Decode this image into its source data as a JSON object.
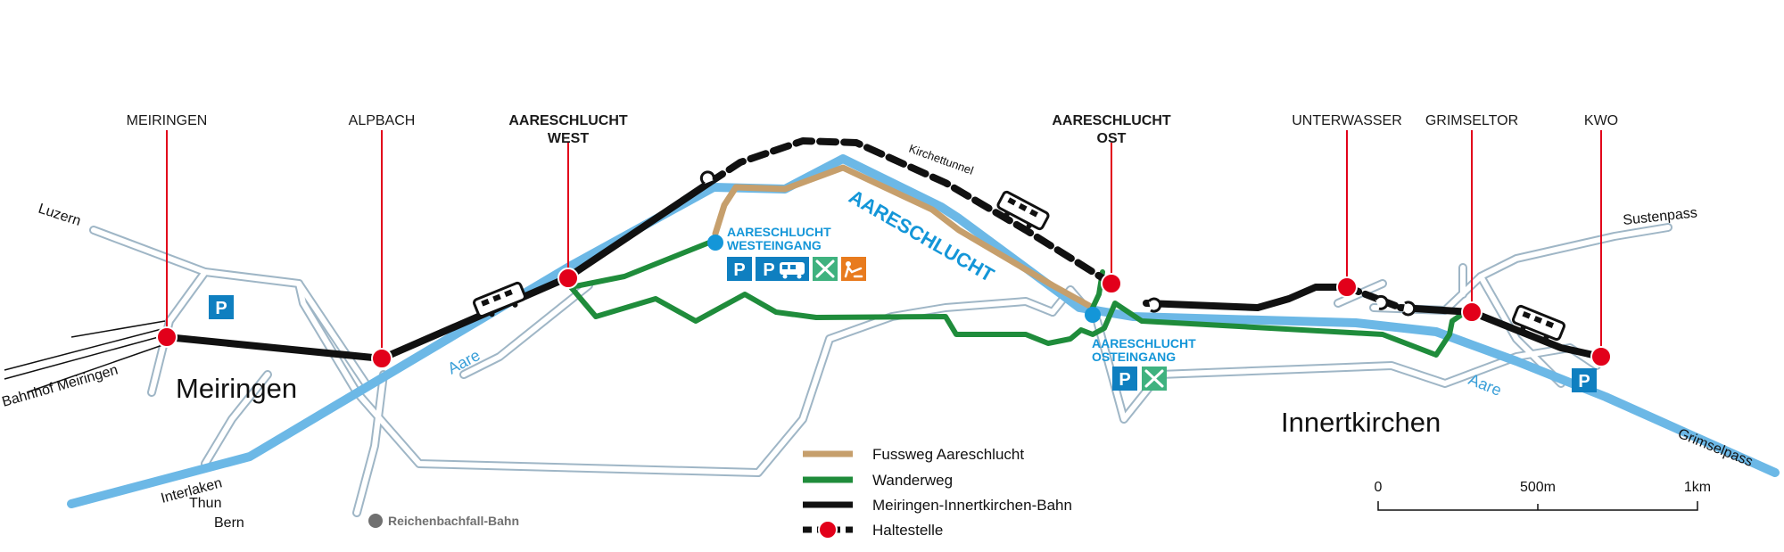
{
  "colors": {
    "rail": "#111111",
    "station": "#e2001a",
    "river": "#6cb8e6",
    "road": "#9fb6c6",
    "footpath": "#c69f6c",
    "hiking": "#1f8c3b",
    "entrance": "#1496d8",
    "parking": "#0f7fc0",
    "restaurant": "#3fb27f",
    "play": "#e87b1e",
    "grey": "#707070"
  },
  "stations": {
    "meiringen": "MEIRINGEN",
    "alpbach": "ALPBACH",
    "west_1": "AARESCHLUCHT",
    "west_2": "WEST",
    "ost_1": "AARESCHLUCHT",
    "ost_2": "OST",
    "unterwasser": "UNTERWASSER",
    "grimseltor": "GRIMSELTOR",
    "kwo": "KWO"
  },
  "places": {
    "meiringen": "Meiringen",
    "innertkirchen": "Innertkirchen",
    "luzern": "Luzern",
    "bahnhof": "Bahnhof Meiringen",
    "interlaken": "Interlaken",
    "thun": "Thun",
    "bern": "Bern",
    "sustenpass": "Sustenpass",
    "grimselpass": "Grimselpass",
    "reichenbach": "Reichenbachfall-Bahn",
    "aare_1": "Aare",
    "aare_2": "Aare",
    "gorge": "AARESCHLUCHT",
    "tunnel": "Kirchettunnel"
  },
  "entrances": {
    "west_1": "AARESCHLUCHT",
    "west_2": "WESTEINGANG",
    "ost_1": "AARESCHLUCHT",
    "ost_2": "OSTEINGANG"
  },
  "icons": {
    "parking_letter": "P",
    "west": [
      "parking-icon",
      "parking-bus-icon",
      "restaurant-icon",
      "playground-icon"
    ],
    "ost": [
      "parking-icon",
      "restaurant-icon"
    ]
  },
  "legend": {
    "footpath": "Fussweg Aareschlucht",
    "hiking": "Wanderweg",
    "rail": "Meiringen-Innertkirchen-Bahn",
    "stop": "Haltestelle"
  },
  "scale": {
    "zero": "0",
    "mid": "500m",
    "end": "1km"
  }
}
